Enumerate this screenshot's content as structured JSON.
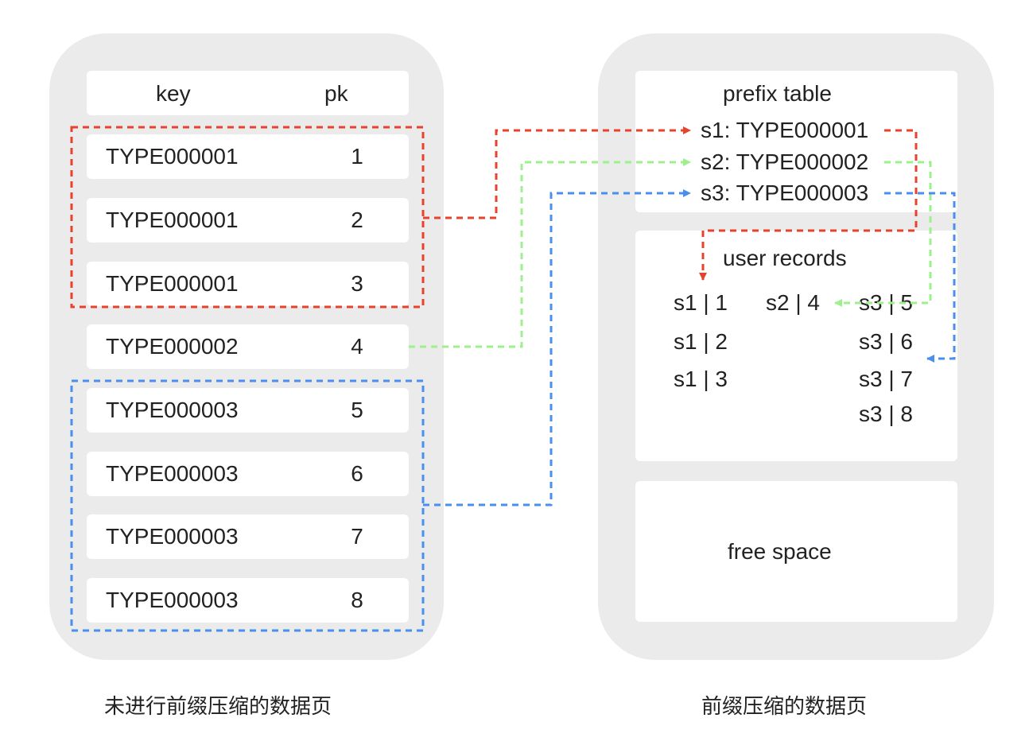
{
  "left_page": {
    "header": {
      "key": "key",
      "pk": "pk"
    },
    "rows": [
      {
        "key": "TYPE000001",
        "pk": "1"
      },
      {
        "key": "TYPE000001",
        "pk": "2"
      },
      {
        "key": "TYPE000001",
        "pk": "3"
      },
      {
        "key": "TYPE000002",
        "pk": "4"
      },
      {
        "key": "TYPE000003",
        "pk": "5"
      },
      {
        "key": "TYPE000003",
        "pk": "6"
      },
      {
        "key": "TYPE000003",
        "pk": "7"
      },
      {
        "key": "TYPE000003",
        "pk": "8"
      }
    ],
    "caption": "未进行前缀压缩的数据页"
  },
  "right_page": {
    "prefix_table": {
      "title": "prefix table",
      "entries": [
        "s1: TYPE000001",
        "s2: TYPE000002",
        "s3: TYPE000003"
      ]
    },
    "user_records": {
      "title": "user records",
      "col1": [
        "s1 | 1",
        "s1 | 2",
        "s1 | 3"
      ],
      "col2": [
        "s2 | 4"
      ],
      "col3": [
        "s3 | 5",
        "s3 | 6",
        "s3 | 7",
        "s3 | 8"
      ]
    },
    "free_space": {
      "label": "free space"
    },
    "caption": "前缀压缩的数据页"
  },
  "colors": {
    "panel": "#ebebeb",
    "card": "#ffffff",
    "group_s1": "#e5432b",
    "group_s2": "#9ef08d",
    "group_s3": "#4a8ff0"
  }
}
